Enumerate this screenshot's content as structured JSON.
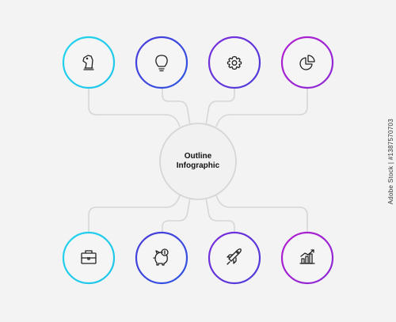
{
  "hub": {
    "line1": "Outline",
    "line2": "Infographic"
  },
  "colors": {
    "cyan": "#22d3ee",
    "blue": "#3b3fd8",
    "violet": "#6a2bd9",
    "purple": "#a21fd4",
    "connector": "#d6d6d6",
    "icon": "#222222"
  },
  "nodes_top": [
    {
      "icon": "chess-knight-icon"
    },
    {
      "icon": "lightbulb-icon"
    },
    {
      "icon": "gear-icon"
    },
    {
      "icon": "pie-chart-icon"
    }
  ],
  "nodes_bottom": [
    {
      "icon": "briefcase-icon"
    },
    {
      "icon": "piggy-bank-icon"
    },
    {
      "icon": "rocket-icon"
    },
    {
      "icon": "bar-chart-growth-icon"
    }
  ],
  "watermark": "Adobe Stock | #1387570703"
}
